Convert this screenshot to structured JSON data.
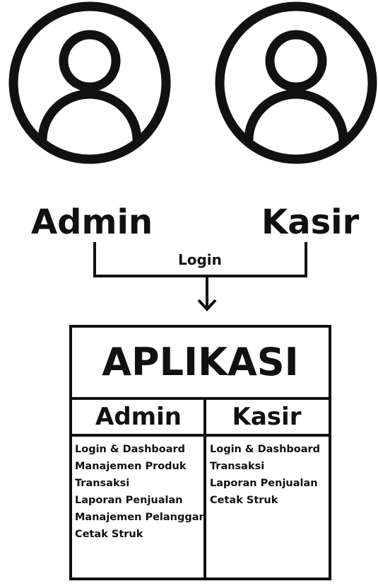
{
  "actors": {
    "admin": {
      "label": "Admin",
      "icon": "user-icon"
    },
    "kasir": {
      "label": "Kasir",
      "icon": "user-icon"
    }
  },
  "flow": {
    "label": "Login",
    "icon": "arrow-down-icon"
  },
  "app": {
    "title": "APLIKASI",
    "columns": [
      {
        "heading": "Admin",
        "items": [
          "Login & Dashboard",
          "Manajemen Produk",
          "Transaksi",
          "Laporan Penjualan",
          "Manajemen Pelanggan",
          "Cetak Struk"
        ]
      },
      {
        "heading": "Kasir",
        "items": [
          "Login & Dashboard",
          "Transaksi",
          "Laporan Penjualan",
          "Cetak Struk"
        ]
      }
    ]
  },
  "colors": {
    "stroke": "#111111",
    "background": "#ffffff"
  }
}
